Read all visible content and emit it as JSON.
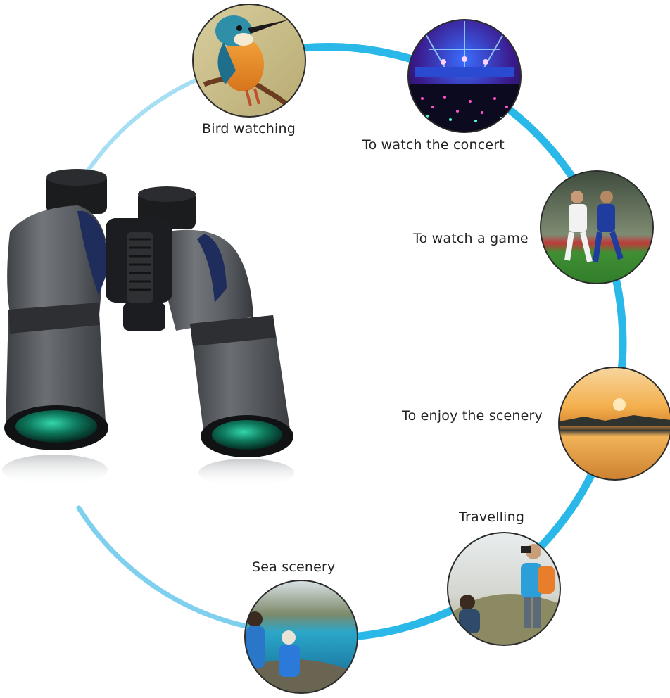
{
  "colors": {
    "ring": "#29b8e8",
    "ring_light": "#a6def4",
    "label_text": "#222222",
    "binocular_body": "#5a5e63",
    "binocular_accent": "#1f2d5c",
    "lens_glass": "#0e7a5e"
  },
  "activities": [
    {
      "label": "Bird watching",
      "photo": "kingfisher-on-branch"
    },
    {
      "label": "To watch the concert",
      "photo": "concert-stage-lights"
    },
    {
      "label": "To watch a game",
      "photo": "football-players"
    },
    {
      "label": "To enjoy the scenery",
      "photo": "sunset-lake"
    },
    {
      "label": "Travelling",
      "photo": "hikers-with-binoculars"
    },
    {
      "label": "Sea scenery",
      "photo": "coastal-hikers"
    }
  ],
  "product": {
    "name": "binoculars"
  }
}
